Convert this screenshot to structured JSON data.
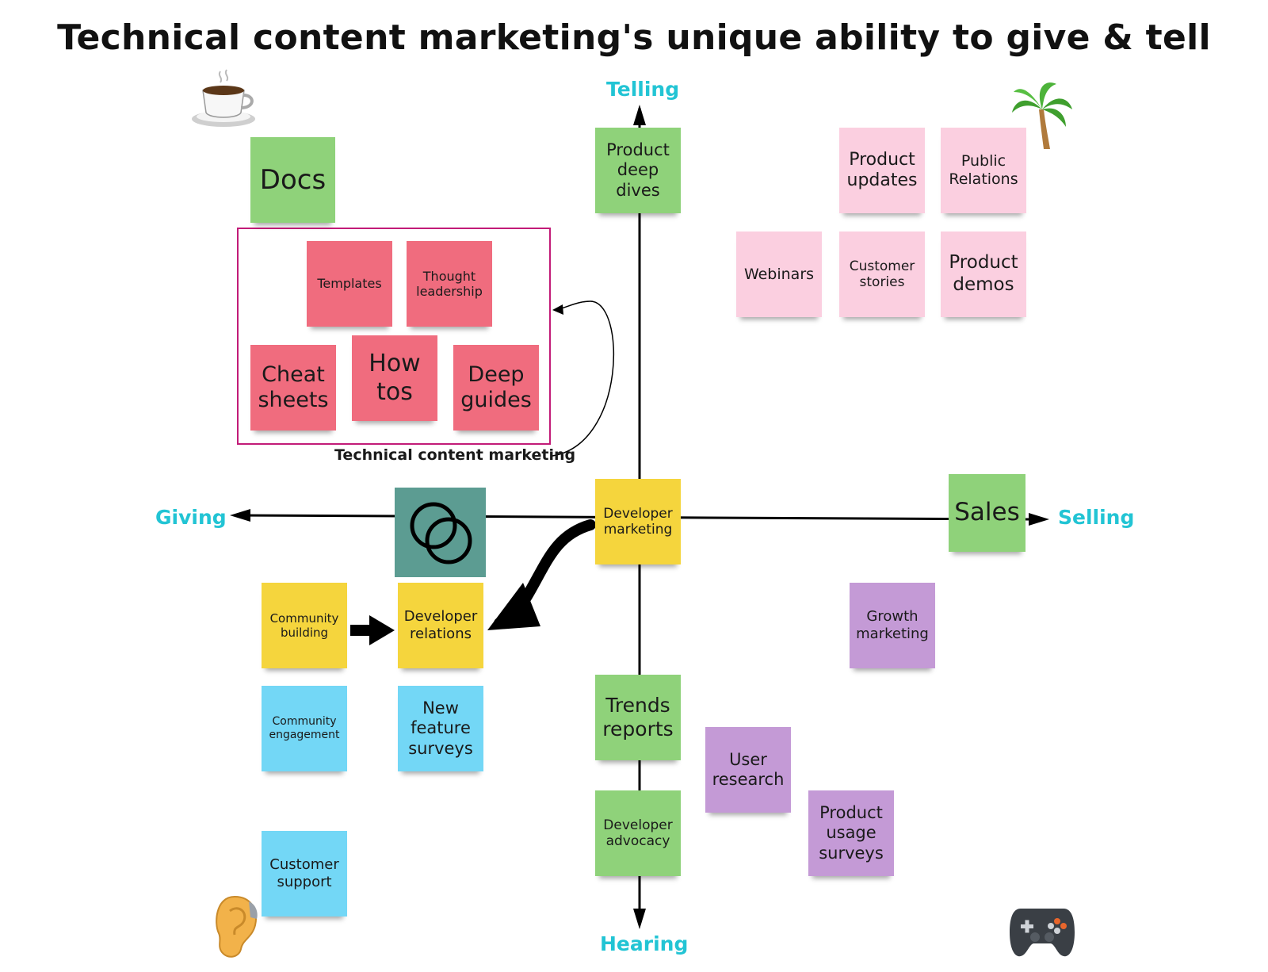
{
  "title": "Technical content marketing's unique ability to give & tell",
  "axes": {
    "top": "Telling",
    "bottom": "Hearing",
    "left": "Giving",
    "right": "Selling"
  },
  "group_label": "Technical content marketing",
  "notes": {
    "docs": "Docs",
    "product_deep_dives": "Product deep dives",
    "product_updates": "Product updates",
    "public_relations": "Public Relations",
    "webinars": "Webinars",
    "customer_stories": "Customer stories",
    "product_demos": "Product demos",
    "templates": "Templates",
    "thought_leadership": "Thought leadership",
    "cheat_sheets": "Cheat sheets",
    "how_tos": "How tos",
    "deep_guides": "Deep guides",
    "developer_marketing": "Developer marketing",
    "sales": "Sales",
    "community_building": "Community building",
    "developer_relations": "Developer relations",
    "growth_marketing": "Growth marketing",
    "community_engagement": "Community engagement",
    "new_feature_surveys": "New feature surveys",
    "trends_reports": "Trends reports",
    "user_research": "User research",
    "developer_advocacy": "Developer advocacy",
    "product_usage_surveys": "Product usage surveys",
    "customer_support": "Customer support"
  },
  "icons": {
    "top_left": "coffee-cup-icon",
    "top_right": "palm-tree-icon",
    "bottom_left": "ear-icon",
    "bottom_right": "game-controller-icon",
    "center": "venn-circles-icon"
  },
  "colors": {
    "green": "#8fd27a",
    "pink": "#fbcfe0",
    "red": "#f06c7e",
    "yellow": "#f5d53d",
    "blue": "#73d7f6",
    "purple": "#c49ad6",
    "teal": "#5c9c92",
    "axis_label": "#22c4d4",
    "group_border": "#c21b78"
  }
}
